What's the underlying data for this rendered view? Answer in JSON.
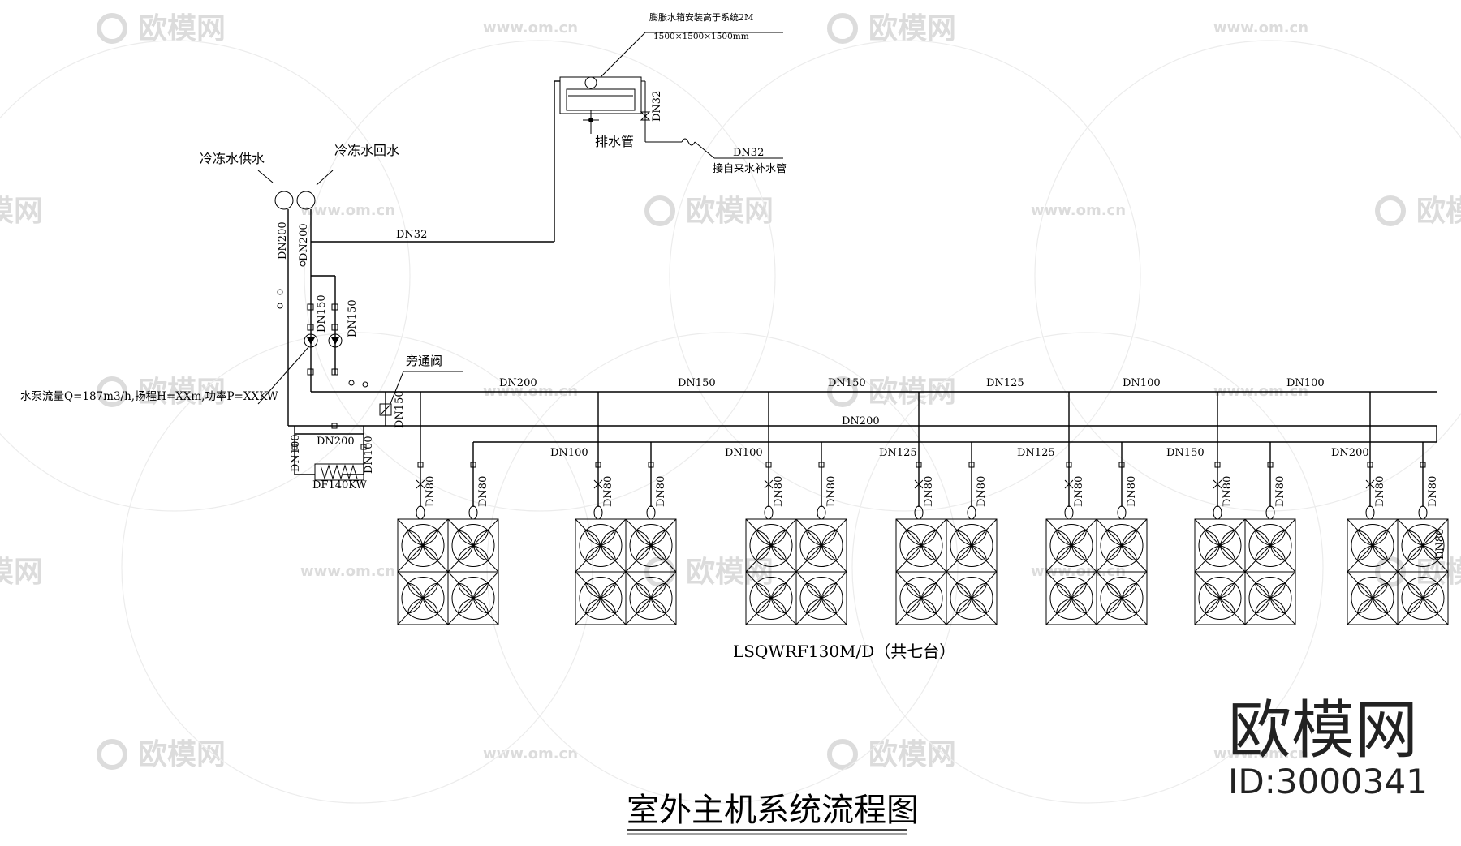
{
  "watermark": {
    "brand": "欧模网",
    "url": "www.om.cn"
  },
  "brand_mark": {
    "name": "欧模网",
    "id": "ID:3000341"
  },
  "title": "室外主机系统流程图",
  "expansion_tank": {
    "note": "膨胀水箱安装高于系统2M",
    "size": "1500×1500×1500mm",
    "drain_label": "排水管",
    "fill_pipe_size": "DN32",
    "makeup_size": "DN32",
    "makeup_label": "接自来水补水管"
  },
  "header": {
    "supply_label": "冷冻水供水",
    "return_label": "冷冻水回水",
    "supply_size": "DN200",
    "return_size": "DN200",
    "tank_line_size": "DN32"
  },
  "pumps": {
    "size_a": "DN150",
    "size_b": "DN150",
    "spec": "水泵流量Q=187m3/h,扬程H=XXm,功率P=XXKW"
  },
  "bypass": {
    "label": "旁通阀",
    "size": "DN150"
  },
  "heater": {
    "pipe_size": "DN200",
    "left_size": "DN100",
    "right_size": "DN100",
    "model": "DF140KW"
  },
  "supply_main": {
    "segments": [
      "DN200",
      "DN150",
      "DN150",
      "DN125",
      "DN100",
      "DN100"
    ]
  },
  "return_main": {
    "size": "DN200",
    "segments": [
      "DN100",
      "DN100",
      "DN125",
      "DN125",
      "DN150",
      "DN200"
    ]
  },
  "branch_size": "DN80",
  "units": {
    "count": 7,
    "model_label": "LSQWRF130M/D（共七台）"
  }
}
